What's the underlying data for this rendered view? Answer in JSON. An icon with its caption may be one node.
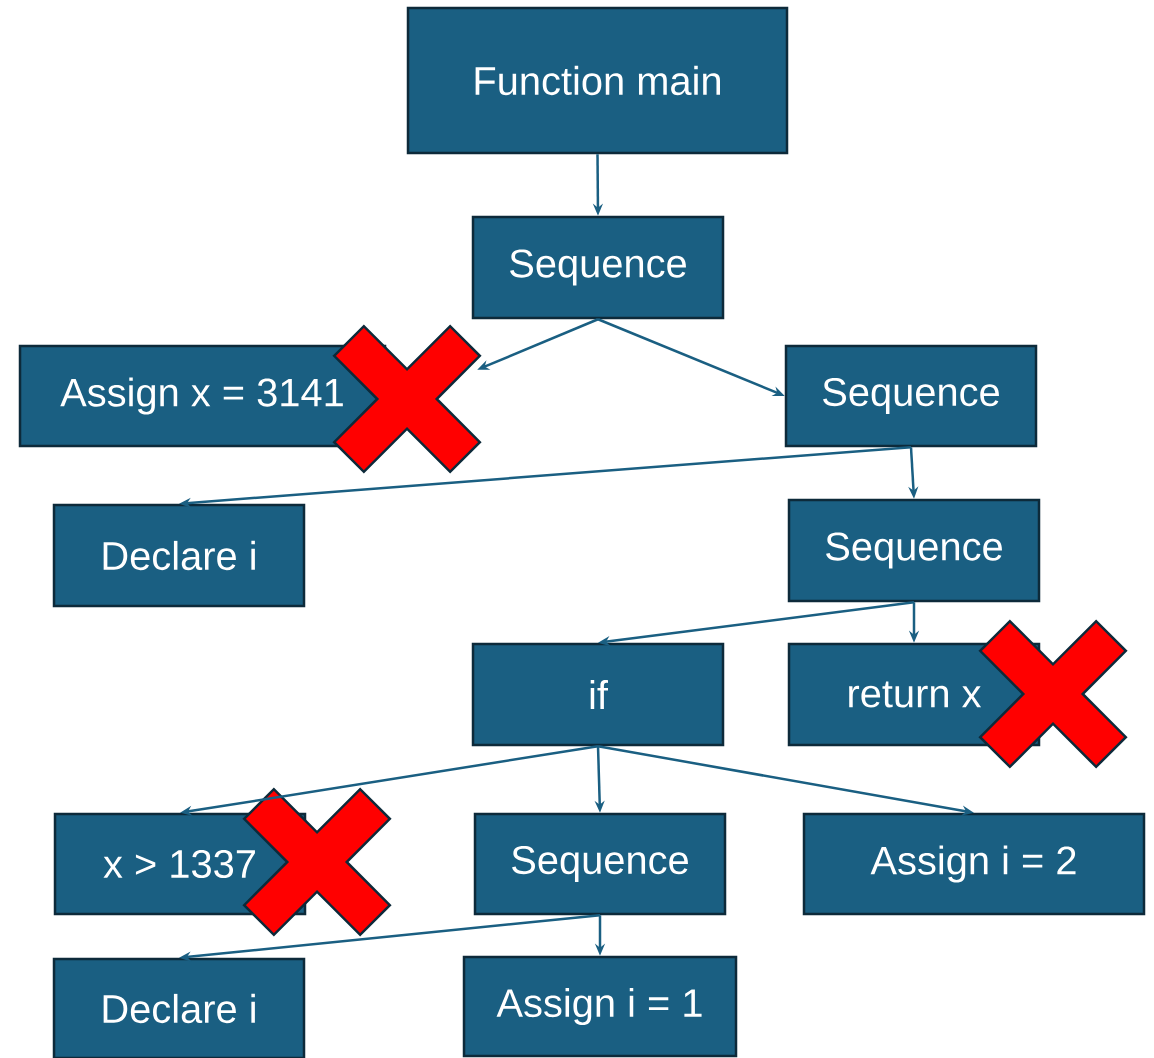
{
  "diagram": {
    "nodes": [
      {
        "text": [
          "Function main"
        ]
      },
      {
        "text": [
          "Sequence"
        ]
      },
      {
        "text": [
          "Assign x = 3141"
        ]
      },
      {
        "text": [
          "Sequence"
        ]
      },
      {
        "text": [
          "Declare i"
        ]
      },
      {
        "text": [
          "Sequence"
        ]
      },
      {
        "text": [
          "if"
        ]
      },
      {
        "text": [
          "return x"
        ]
      },
      {
        "text": [
          "x > 1337"
        ]
      },
      {
        "text": [
          "Sequence"
        ]
      },
      {
        "text": [
          "Assign i = 2"
        ]
      },
      {
        "text": [
          "Declare i"
        ]
      },
      {
        "text": [
          "Assign i = 1"
        ]
      },
      {
        "text": [],
        "shape": "cross"
      },
      {
        "text": [],
        "shape": "cross"
      },
      {
        "text": [],
        "shape": "cross"
      }
    ],
    "edges": [
      {
        "from": 0,
        "to": 1,
        "arrow": "to"
      },
      {
        "from": 1,
        "to": 13,
        "arrow": "to"
      },
      {
        "from": 1,
        "to": 3,
        "arrow": "to"
      },
      {
        "from": 3,
        "to": 4,
        "arrow": "to"
      },
      {
        "from": 3,
        "to": 5,
        "arrow": "to"
      },
      {
        "from": 5,
        "to": 6,
        "arrow": "to"
      },
      {
        "from": 5,
        "to": 7,
        "arrow": "to"
      },
      {
        "from": 6,
        "to": 8,
        "arrow": "to"
      },
      {
        "from": 6,
        "to": 9,
        "arrow": "to"
      },
      {
        "from": 6,
        "to": 10,
        "arrow": "to"
      },
      {
        "from": 9,
        "to": 11,
        "arrow": "to"
      },
      {
        "from": 9,
        "to": 12,
        "arrow": "to"
      }
    ]
  }
}
